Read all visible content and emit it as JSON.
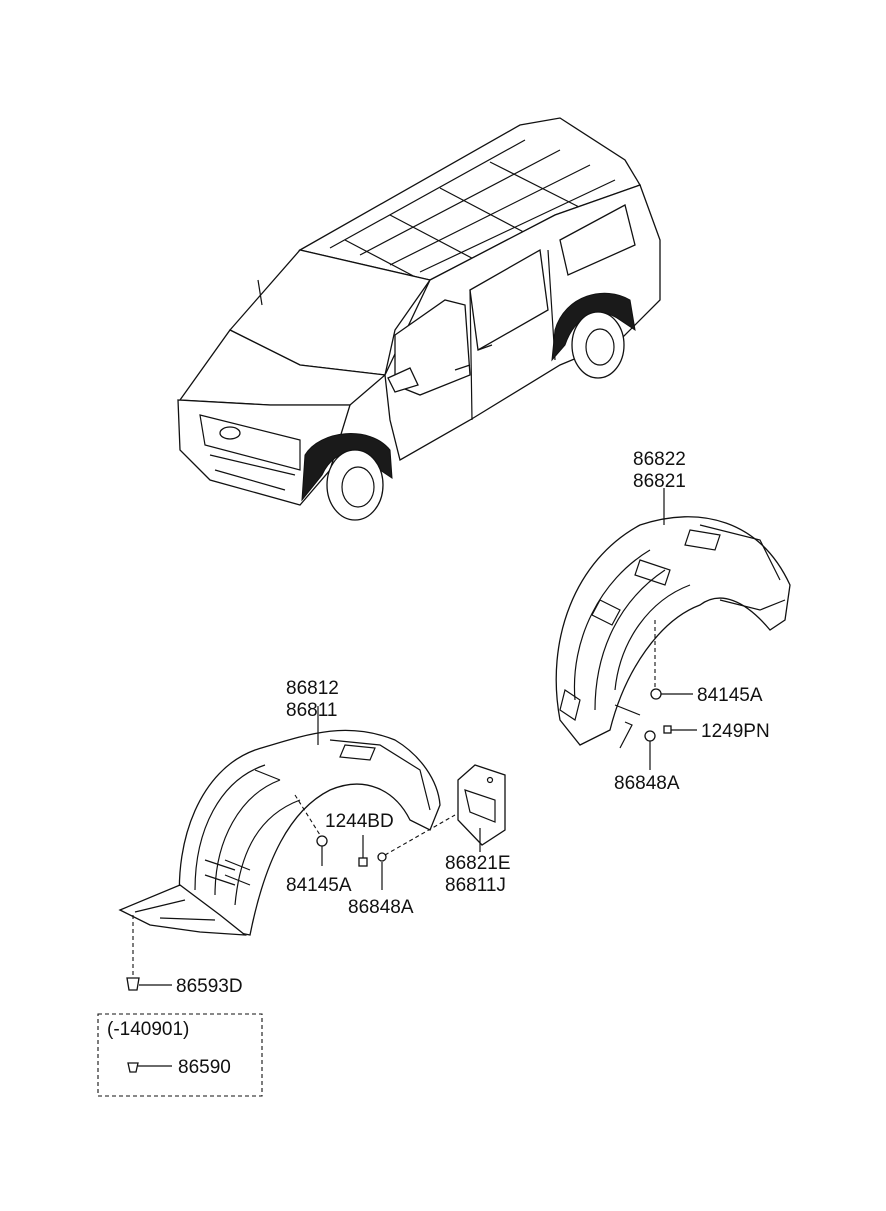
{
  "callouts": {
    "rear_liner_a": "86822",
    "rear_liner_b": "86821",
    "rear_nut": "84145A",
    "rear_screw": "1249PN",
    "rear_clip": "86848A",
    "front_liner_a": "86812",
    "front_liner_b": "86811",
    "front_bolt": "1244BD",
    "front_nut": "84145A",
    "front_clip": "86848A",
    "flap_a": "86821E",
    "flap_b": "86811J",
    "front_fastener": "86593D",
    "inset_date": "(-140901)",
    "inset_part": "86590"
  }
}
